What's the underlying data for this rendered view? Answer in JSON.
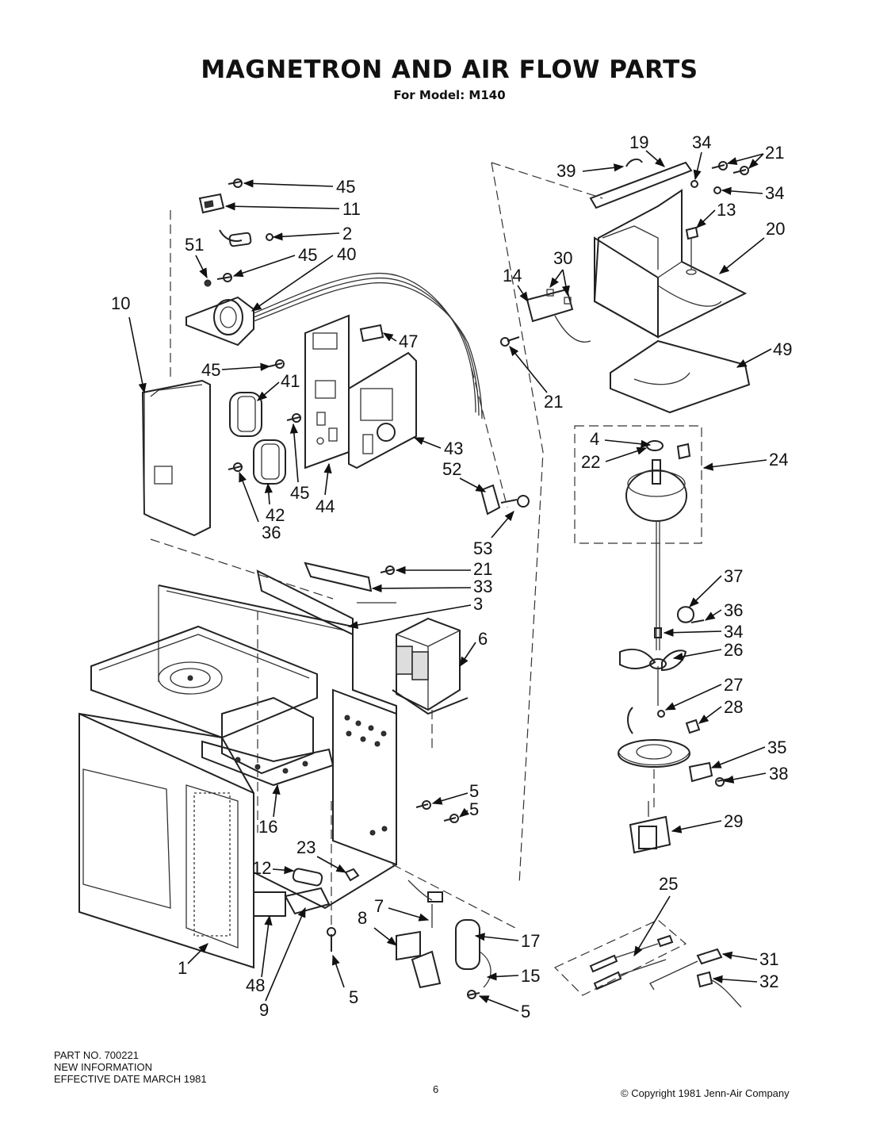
{
  "header": {
    "title": "MAGNETRON AND AIR FLOW PARTS",
    "subtitle": "For Model: M140"
  },
  "callouts": {
    "c45a": "45",
    "c11": "11",
    "c2": "2",
    "c51": "51",
    "c45b": "45",
    "c40": "40",
    "c10": "10",
    "c45c": "45",
    "c41": "41",
    "c47": "47",
    "c45d": "45",
    "c42": "42",
    "c36a": "36",
    "c44": "44",
    "c43": "43",
    "c52": "52",
    "c53": "53",
    "c21a": "21",
    "c33": "33",
    "c3": "3",
    "c6": "6",
    "c16": "16",
    "c5a": "5",
    "c5b": "5",
    "c23": "23",
    "c12": "12",
    "c7": "7",
    "c8": "8",
    "c17": "17",
    "c15": "15",
    "c5c": "5",
    "c5d": "5",
    "c1": "1",
    "c48": "48",
    "c9": "9",
    "c19": "19",
    "c34a": "34",
    "c21b": "21",
    "c39": "39",
    "c34b": "34",
    "c13": "13",
    "c20": "20",
    "c30": "30",
    "c14": "14",
    "c21c": "21",
    "c49": "49",
    "c4": "4",
    "c22": "22",
    "c24": "24",
    "c37": "37",
    "c36b": "36",
    "c34c": "34",
    "c26": "26",
    "c27": "27",
    "c28": "28",
    "c35": "35",
    "c38": "38",
    "c29": "29",
    "c25": "25",
    "c31": "31",
    "c32": "32"
  },
  "footer": {
    "part_no": "PART NO. 700221",
    "info": "NEW INFORMATION",
    "effective": "EFFECTIVE DATE MARCH 1981",
    "page_number": "6",
    "copyright": "© Copyright 1981 Jenn-Air Company"
  }
}
